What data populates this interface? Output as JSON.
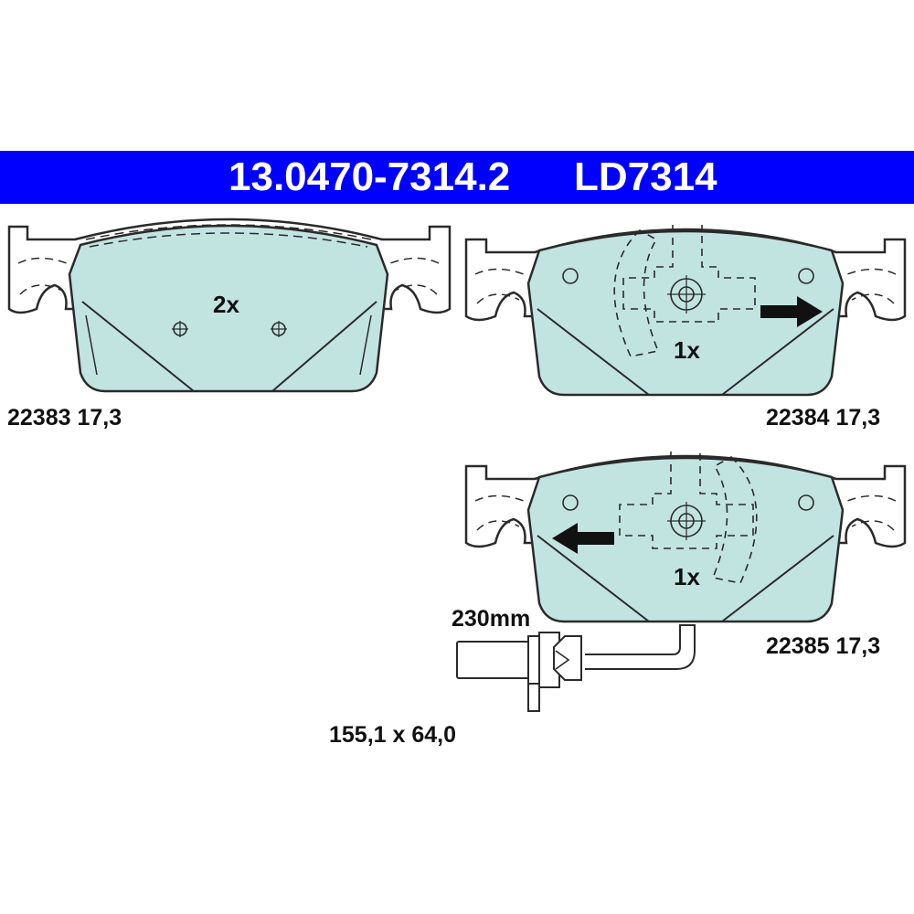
{
  "header": {
    "part_number": "13.0470-7314.2",
    "ld_code": "LD7314",
    "background_color": "#0000ff",
    "text_color": "#ffffff"
  },
  "pads": [
    {
      "id": "pad-1",
      "quantity": "2x",
      "label": "22383 17,3"
    },
    {
      "id": "pad-2",
      "quantity": "1x",
      "label": "22384 17,3"
    },
    {
      "id": "pad-3",
      "quantity": "1x",
      "label": "22385 17,3"
    }
  ],
  "wear_sensor": {
    "length": "230mm"
  },
  "dimensions": "155,1 x 64,0",
  "colors": {
    "friction_material": "#c2e4e1",
    "outline": "#2a2a2a"
  },
  "icons": [
    "direction-arrow-right-icon",
    "direction-arrow-left-icon",
    "wear-sensor-connector-icon"
  ]
}
